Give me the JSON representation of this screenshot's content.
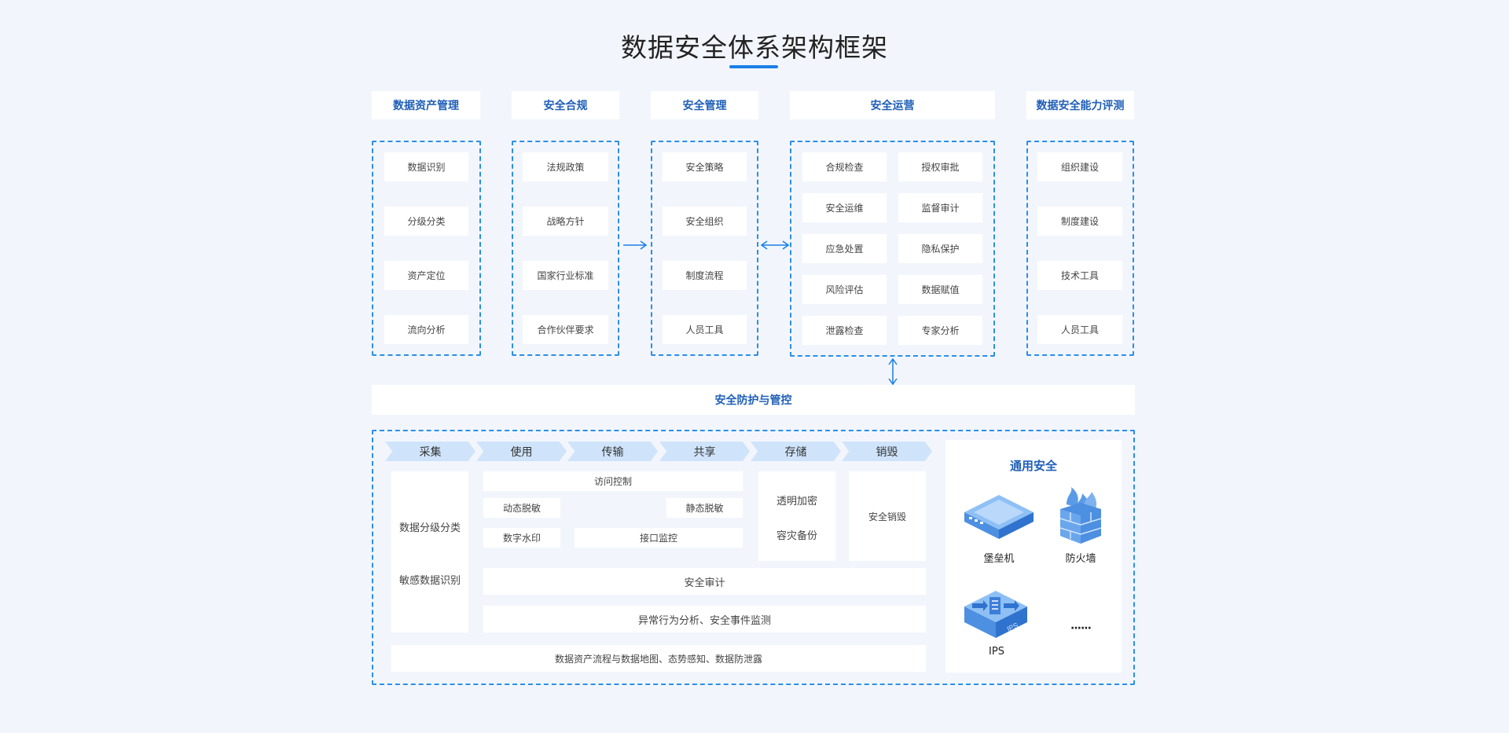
{
  "title": "数据安全体系架构框架",
  "colors": {
    "accent": "#1a7fe6",
    "heading": "#1f5fb8",
    "chevron": "#cfe4fb",
    "background": "#f2f6fc"
  },
  "columns": [
    {
      "heading": "数据资产管理",
      "items": [
        "数据识别",
        "分级分类",
        "资产定位",
        "流向分析"
      ]
    },
    {
      "heading": "安全合规",
      "items": [
        "法规政策",
        "战略方针",
        "国家行业标准",
        "合作伙伴要求"
      ]
    },
    {
      "heading": "安全管理",
      "items": [
        "安全策略",
        "安全组织",
        "制度流程",
        "人员工具"
      ]
    },
    {
      "heading": "安全运营",
      "left": [
        "合规检查",
        "安全运维",
        "应急处置",
        "风险评估",
        "泄露检查"
      ],
      "right": [
        "授权审批",
        "监督审计",
        "隐私保护",
        "数据赋值",
        "专家分析"
      ]
    },
    {
      "heading": "数据安全能力评测",
      "items": [
        "组织建设",
        "制度建设",
        "技术工具",
        "人员工具"
      ]
    }
  ],
  "protection": {
    "heading": "安全防护与管控",
    "stages": [
      "采集",
      "使用",
      "传输",
      "共享",
      "存储",
      "销毁"
    ],
    "classify": [
      "数据分级分类",
      "敏感数据识别"
    ],
    "access_control": "访问控制",
    "dynamic_mask": "动态脱敏",
    "static_mask": "静态脱敏",
    "watermark": "数字水印",
    "api_monitor": "接口监控",
    "storage": [
      "透明加密",
      "容灾备份"
    ],
    "destroy": "安全销毁",
    "audit": "安全审计",
    "anomaly": "异常行为分析、安全事件监测",
    "datamap": "数据资产流程与数据地图、态势感知、数据防泄露"
  },
  "general": {
    "heading": "通用安全",
    "items": [
      {
        "label": "堡垒机",
        "icon": "bastion-host-icon"
      },
      {
        "label": "防火墙",
        "icon": "firewall-icon"
      },
      {
        "label": "IPS",
        "icon": "ips-icon"
      },
      {
        "label": "······",
        "icon": ""
      }
    ]
  }
}
